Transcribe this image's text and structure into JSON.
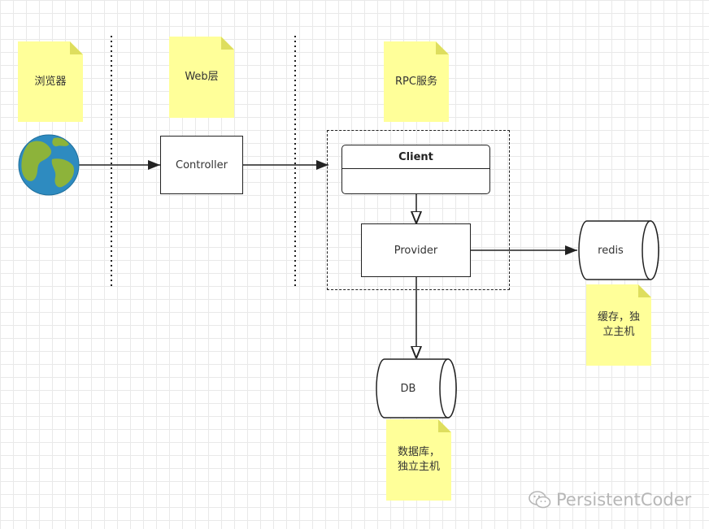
{
  "notes": {
    "browser": "浏览器",
    "web": "Web层",
    "rpc": "RPC服务",
    "redis_note": "缓存，独立主机",
    "db_note": "数据库，独立主机"
  },
  "nodes": {
    "controller": "Controller",
    "client": "Client",
    "provider": "Provider",
    "redis": "redis",
    "db": "DB"
  },
  "watermark": "PersistentCoder",
  "colors": {
    "note_fill": "#ffff99",
    "note_fold": "#dede5e",
    "globe_ocean": "#2e8bc0",
    "globe_land": "#8db33a",
    "stroke": "#222222"
  },
  "icons": {
    "browser": "globe-icon",
    "watermark": "wechat-icon"
  }
}
